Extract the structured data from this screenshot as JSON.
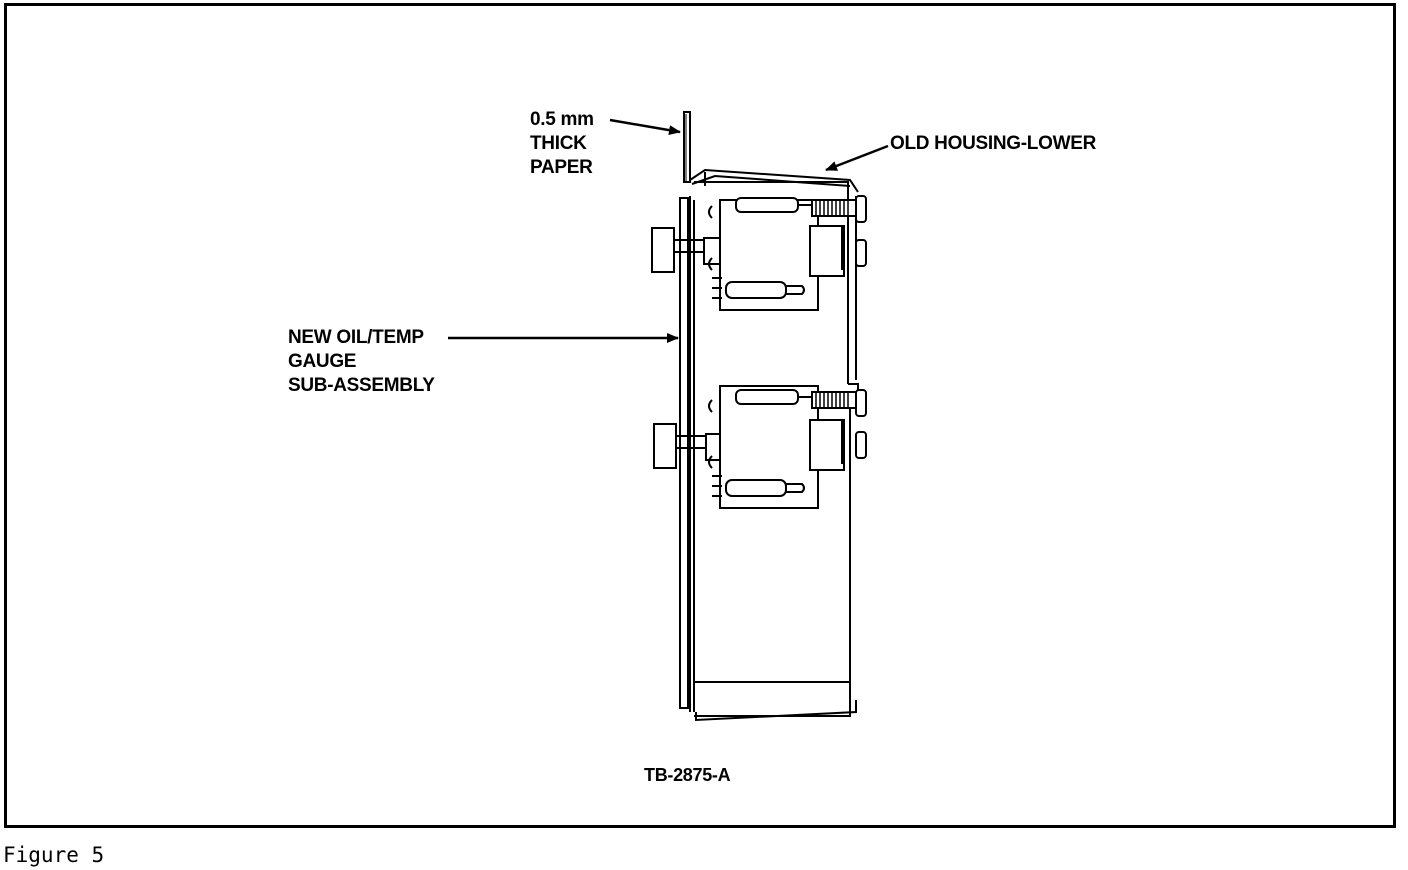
{
  "figure": {
    "caption": "Figure 5",
    "code": "TB-2875-A"
  },
  "labels": {
    "paper": [
      "0.5 mm",
      "THICK",
      "PAPER"
    ],
    "housing": "OLD HOUSING-LOWER",
    "gauge": [
      "NEW OIL/TEMP",
      "GAUGE",
      "SUB-ASSEMBLY"
    ]
  }
}
